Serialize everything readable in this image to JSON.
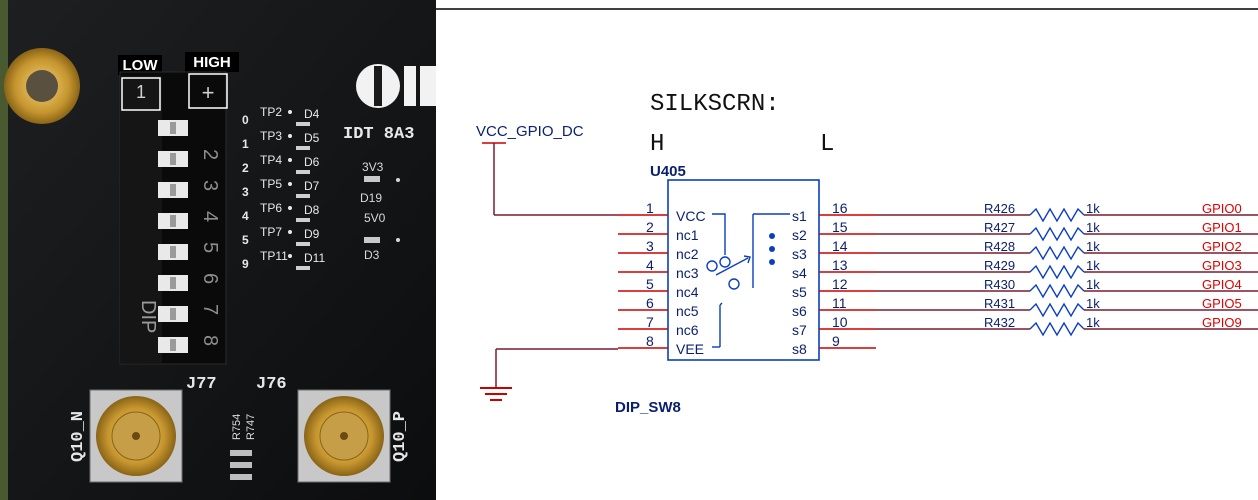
{
  "photo": {
    "labels": {
      "low": "LOW",
      "high": "HIGH"
    },
    "dip_marks": {
      "left": "1",
      "right": "+",
      "switch_numbers": [
        "1",
        "2",
        "3",
        "4",
        "5",
        "6",
        "7",
        "8"
      ],
      "dip_text": "DIP"
    },
    "silk_rows": [
      {
        "idx": "0",
        "tp": "TP2",
        "d": "D4"
      },
      {
        "idx": "1",
        "tp": "TP3",
        "d": "D5"
      },
      {
        "idx": "2",
        "tp": "TP4",
        "d": "D6"
      },
      {
        "idx": "3",
        "tp": "TP5",
        "d": "D7"
      },
      {
        "idx": "4",
        "tp": "TP6",
        "d": "D8"
      },
      {
        "idx": "5",
        "tp": "TP7",
        "d": "D9"
      },
      {
        "idx": "9",
        "tp": "TP11",
        "d": "D11"
      }
    ],
    "brand": "IDT 8A3",
    "volt_labels": {
      "v33": "3V3",
      "d_a": "D19",
      "v50": "5V0",
      "d_b": "D3"
    },
    "connectors": {
      "j77": "J77",
      "j76": "J76",
      "left_side": "Q10_N",
      "right_side": "Q10_P"
    },
    "resistors": {
      "r754": "R754",
      "r747": "R747"
    }
  },
  "schematic": {
    "silkscreen": "SILKSCRN:",
    "h": "H",
    "l": "L",
    "net_vcc": "VCC_GPIO_DC",
    "ref": "U405",
    "part": "DIP_SW8",
    "left_pins": [
      {
        "num": "1",
        "name": "VCC"
      },
      {
        "num": "2",
        "name": "nc1"
      },
      {
        "num": "3",
        "name": "nc2"
      },
      {
        "num": "4",
        "name": "nc3"
      },
      {
        "num": "5",
        "name": "nc4"
      },
      {
        "num": "6",
        "name": "nc5"
      },
      {
        "num": "7",
        "name": "nc6"
      },
      {
        "num": "8",
        "name": "VEE"
      }
    ],
    "right_pins": [
      {
        "num": "16",
        "name": "s1"
      },
      {
        "num": "15",
        "name": "s2"
      },
      {
        "num": "14",
        "name": "s3"
      },
      {
        "num": "13",
        "name": "s4"
      },
      {
        "num": "12",
        "name": "s5"
      },
      {
        "num": "11",
        "name": "s6"
      },
      {
        "num": "10",
        "name": "s7"
      },
      {
        "num": "9",
        "name": "s8"
      }
    ],
    "resistors": [
      {
        "ref": "R426",
        "value": "1k",
        "net": "GPIO0"
      },
      {
        "ref": "R427",
        "value": "1k",
        "net": "GPIO1"
      },
      {
        "ref": "R428",
        "value": "1k",
        "net": "GPIO2"
      },
      {
        "ref": "R429",
        "value": "1k",
        "net": "GPIO3"
      },
      {
        "ref": "R430",
        "value": "1k",
        "net": "GPIO4"
      },
      {
        "ref": "R431",
        "value": "1k",
        "net": "GPIO5"
      },
      {
        "ref": "R432",
        "value": "1k",
        "net": "GPIO9"
      }
    ],
    "colors": {
      "wire": "#7a1c2e",
      "pin_line": "#cc0000",
      "net_label": "#e00000",
      "ink": "#0a1f6e",
      "body_outline": "#0b3fbf"
    }
  }
}
